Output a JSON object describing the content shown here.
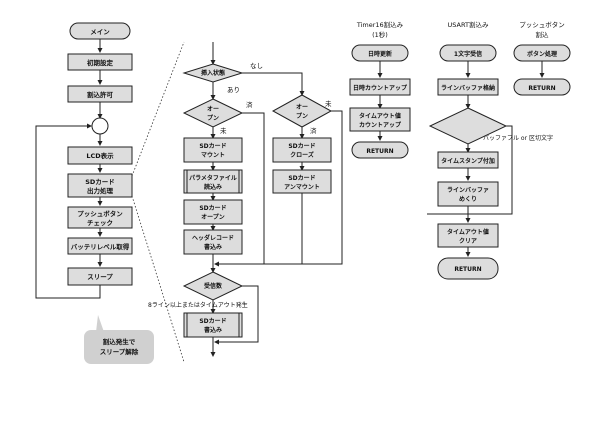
{
  "main_flow": {
    "start": "メイン",
    "init": "初期設定",
    "irq_enable": "割込許可",
    "lcd": "LCD表示",
    "sd_output_1": "SDカード",
    "sd_output_2": "出力処理",
    "push_check_1": "プッシュボタン",
    "push_check_2": "チェック",
    "battery": "バッテリレベル取得",
    "sleep": "スリープ",
    "wake_note_1": "割込発生で",
    "wake_note_2": "スリープ解除"
  },
  "sd_detail": {
    "insert_state": "挿入状態",
    "none": "なし",
    "present": "あり",
    "open_1": "オー",
    "open_2": "プン",
    "done": "済",
    "not_done": "未",
    "mount_1": "SDカード",
    "mount_2": "マウント",
    "param_1": "パラメタファイル",
    "param_2": "読込み",
    "sd_open_1": "SDカード",
    "sd_open_2": "オープン",
    "header_1": "ヘッダレコード",
    "header_2": "書込み",
    "close_1": "SDカード",
    "close_2": "クローズ",
    "unmount_1": "SDカード",
    "unmount_2": "アンマウント",
    "recv_count": "受信数",
    "recv_condition": "8ライン以上またはタイムアウト発生",
    "write_1": "SDカード",
    "write_2": "書込み"
  },
  "timer": {
    "title_1": "Timer16割込み",
    "title_2": "(1秒)",
    "update": "日時更新",
    "countup": "日時カウントアップ",
    "timeout_1": "タイムアウト値",
    "timeout_2": "カウントアップ",
    "ret": "RETURN"
  },
  "usart": {
    "title": "USART割込み",
    "recv": "1文字受信",
    "store": "ラインバッファ格納",
    "condition": "バッファフル or 区切文字",
    "timestamp": "タイムスタンプ付加",
    "flip_1": "ラインバッファ",
    "flip_2": "めくり",
    "clear_1": "タイムアウト値",
    "clear_2": "クリア",
    "ret": "RETURN"
  },
  "push": {
    "title_1": "プッシュボタン",
    "title_2": "割込",
    "handle": "ボタン処理",
    "ret": "RETURN"
  }
}
